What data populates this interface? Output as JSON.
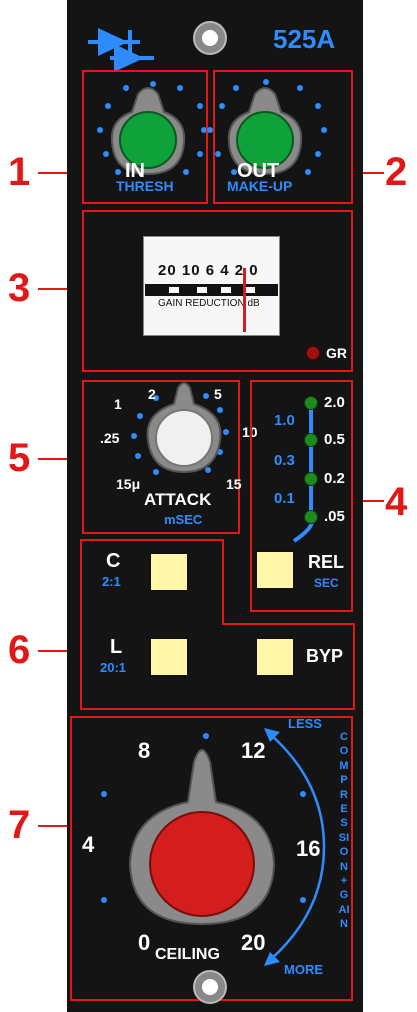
{
  "header": {
    "model": "525A"
  },
  "callouts": [
    "1",
    "2",
    "3",
    "4",
    "5",
    "6",
    "7"
  ],
  "knob_in": {
    "label": "IN",
    "sublabel": "THRESH"
  },
  "knob_out": {
    "label": "OUT",
    "sublabel": "MAKE-UP"
  },
  "meter": {
    "scale": "20 10 6 4 2 0",
    "caption": "GAIN REDUCTION dB",
    "led_label": "GR"
  },
  "attack": {
    "label": "ATTACK",
    "unit": "mSEC",
    "scale": [
      "15μ",
      ".25",
      "1",
      "2",
      "5",
      "10",
      "15"
    ]
  },
  "release": {
    "label": "REL",
    "unit": "SEC",
    "values_right": [
      "2.0",
      "0.5",
      "0.2",
      ".05"
    ],
    "values_left": [
      "1.0",
      "0.3",
      "0.1"
    ]
  },
  "buttons": {
    "c": {
      "label": "C",
      "ratio": "2:1"
    },
    "l": {
      "label": "L",
      "ratio": "20:1"
    },
    "byp": {
      "label": "BYP"
    }
  },
  "ceiling": {
    "label": "CEILING",
    "scale": [
      "0",
      "4",
      "8",
      "12",
      "16",
      "20"
    ],
    "arrow_top": "LESS",
    "arrow_bottom": "MORE",
    "vertical_text": "COMPRESSION+GAIN"
  },
  "colors": {
    "panel": "#141414",
    "accent": "#2f8cff",
    "callout": "#e01818",
    "knob_green": "#0fa23a",
    "knob_red": "#d41d1d",
    "button": "#fff6a8"
  }
}
